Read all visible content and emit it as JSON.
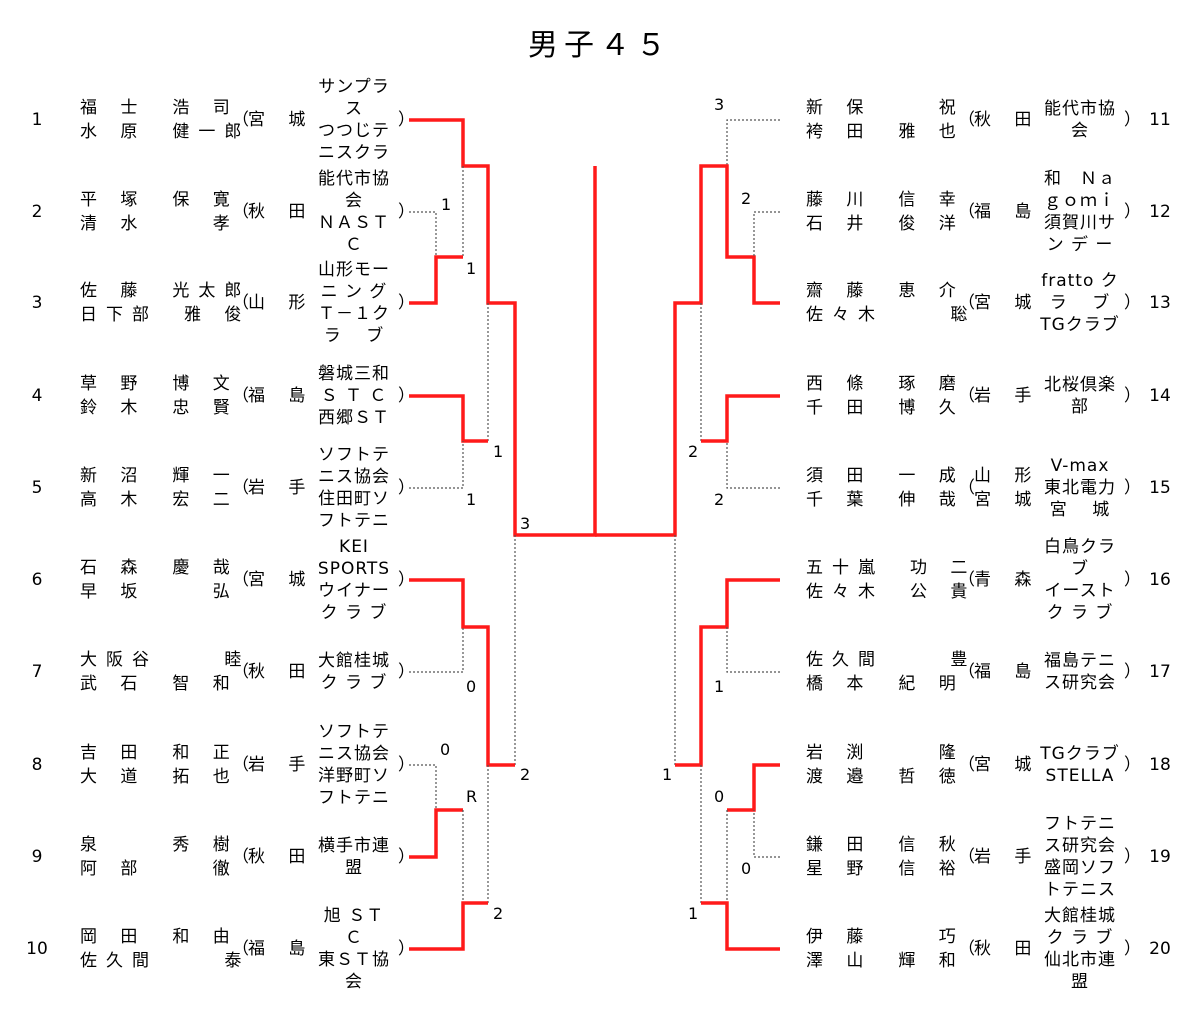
{
  "title": "男子４５",
  "left": [
    {
      "no": "1",
      "p1": "福 士　浩 司",
      "p2": "水 原　健一郎",
      "pref": "宮 城",
      "club": [
        "サンプラ",
        "ス",
        "つつじテ",
        "ニスクラ"
      ]
    },
    {
      "no": "2",
      "p1": "平 塚　保 寛",
      "p2": "清 水　　 孝",
      "pref": "秋 田",
      "club": [
        "能代市協",
        "会",
        "ＮＡＳＴ",
        "Ｃ"
      ]
    },
    {
      "no": "3",
      "p1": "佐 藤　光太郎",
      "p2": "日下部　雅 俊",
      "pref": "山 形",
      "club": [
        "山形モー",
        "ニ ン グ",
        "Ｔ－１ク",
        "ラ　 ブ"
      ]
    },
    {
      "no": "4",
      "p1": "草 野　博 文",
      "p2": "鈴 木　忠 賢",
      "pref": "福 島",
      "club": [
        "磐城三和",
        "Ｓ Ｔ Ｃ",
        "西郷ＳＴ"
      ]
    },
    {
      "no": "5",
      "p1": "新 沼　輝 一",
      "p2": "高 木　宏 二",
      "pref": "岩 手",
      "club": [
        "ソフトテ",
        "ニス協会",
        "住田町ソ",
        "フトテニ"
      ]
    },
    {
      "no": "6",
      "p1": "石 森　慶 哉",
      "p2": "早 坂　　 弘",
      "pref": "宮 城",
      "club": [
        "KEI",
        "SPORTS",
        "ウイナー",
        "ク ラ ブ"
      ]
    },
    {
      "no": "7",
      "p1": "大阪谷　　 睦",
      "p2": "武 石　智 和",
      "pref": "秋 田",
      "club": [
        "大館桂城",
        "ク ラ ブ"
      ]
    },
    {
      "no": "8",
      "p1": "吉 田　和 正",
      "p2": "大 道　拓 也",
      "pref": "岩 手",
      "club": [
        "ソフトテ",
        "ニス協会",
        "洋野町ソ",
        "フトテニ"
      ]
    },
    {
      "no": "9",
      "p1": "泉　　 秀 樹",
      "p2": "阿 部　　 徹",
      "pref": "秋 田",
      "club": [
        "横手市連",
        "盟"
      ]
    },
    {
      "no": "10",
      "p1": "岡 田　和 由",
      "p2": "佐久間　　 泰",
      "pref": "福 島",
      "club": [
        "旭 ＳＴ",
        "Ｃ",
        "東ＳＴ協",
        "会"
      ]
    }
  ],
  "right": [
    {
      "no": "11",
      "p1": "新 保　　 祝",
      "p2": "袴 田　雅 也",
      "pref": "秋 田",
      "club": [
        "能代市協",
        "会"
      ]
    },
    {
      "no": "12",
      "p1": "藤 川　信 幸",
      "p2": "石 井　俊 洋",
      "pref": "福 島",
      "club": [
        "和　Ｎａ",
        "ｇｏｍｉ",
        "須賀川サ",
        "ン デ ー"
      ]
    },
    {
      "no": "13",
      "p1": "齋 藤　恵 介",
      "p2": "佐々木　　 聡",
      "pref": "宮 城",
      "club": [
        "fratto ク",
        "ラ　 ブ",
        "TGクラブ"
      ]
    },
    {
      "no": "14",
      "p1": "西 條　琢 磨",
      "p2": "千 田　博 久",
      "pref": "岩 手",
      "club": [
        "北桜倶楽",
        "部"
      ]
    },
    {
      "no": "15",
      "p1": "須 田　一 成",
      "p2": "千 葉　伸 哉",
      "pref": [
        "山 形",
        "宮 城"
      ],
      "club": [
        "V-max",
        "東北電力",
        "宮　 城"
      ]
    },
    {
      "no": "16",
      "p1": "五十嵐　功 二",
      "p2": "佐々木　公 貴",
      "pref": "青 森",
      "club": [
        "白鳥クラ",
        "ブ",
        "イースト",
        "ク ラ ブ"
      ]
    },
    {
      "no": "17",
      "p1": "佐久間　　 豊",
      "p2": "橋 本　紀 明",
      "pref": "福 島",
      "club": [
        "福島テニ",
        "ス研究会"
      ]
    },
    {
      "no": "18",
      "p1": "岩 渕　　 隆",
      "p2": "渡 邉　哲 徳",
      "pref": "宮 城",
      "club": [
        "TGクラブ",
        "STELLA"
      ]
    },
    {
      "no": "19",
      "p1": "鎌 田　信 秋",
      "p2": "星 野　信 裕",
      "pref": "岩 手",
      "club": [
        "フトテニ",
        "ス研究会",
        "盛岡ソフ",
        "トテニス"
      ]
    },
    {
      "no": "20",
      "p1": "伊 藤　　 巧",
      "p2": "澤 山　輝 和",
      "pref": "秋 田",
      "club": [
        "大館桂城",
        "ク ラ ブ",
        "仙北市連",
        "盟"
      ]
    }
  ],
  "paren_open": "（",
  "paren_close": "）",
  "scores": [
    "1",
    "1",
    "1",
    "1",
    "3",
    "0",
    "0",
    "R",
    "2",
    "2",
    "3",
    "2",
    "2",
    "2",
    "1",
    "0",
    "0",
    "1",
    "1"
  ],
  "colors": {
    "win_line": "#ff1a1a",
    "lose_line": "#555555"
  }
}
